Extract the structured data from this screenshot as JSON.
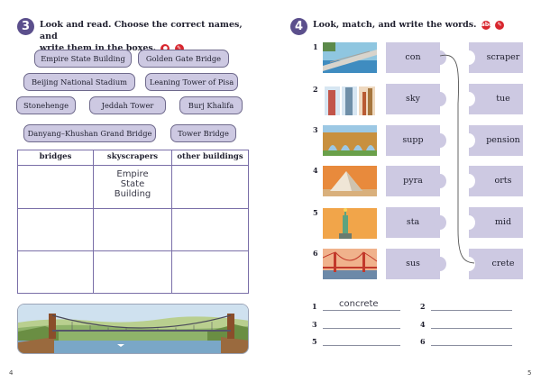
{
  "left_page": {
    "exercise_number": "3",
    "instruction_line1": "Look and read. Choose the correct names, and",
    "instruction_line2": "write them in the boxes.",
    "names": [
      "Empire State Building",
      "Golden Gate Bridge",
      "Beijing National Stadium",
      "Leaning Tower of Pisa",
      "Stonehenge",
      "Jeddah Tower",
      "Burj Khalifa",
      "Danyang–Khushan Grand Bridge",
      "Tower Bridge"
    ],
    "table": {
      "headers": [
        "bridges",
        "skyscrapers",
        "other buildings"
      ],
      "example_line1": "Empire",
      "example_line2": "State",
      "example_line3": "Building"
    },
    "page_number": "4"
  },
  "right_page": {
    "exercise_number": "4",
    "instruction": "Look, match, and write the words.",
    "item_numbers": [
      "1",
      "2",
      "3",
      "4",
      "5",
      "6"
    ],
    "left_tiles": [
      "con",
      "sky",
      "supp",
      "pyra",
      "sta",
      "sus"
    ],
    "right_tiles": [
      "scraper",
      "tue",
      "pension",
      "orts",
      "mid",
      "crete"
    ],
    "write_numbers": [
      "1",
      "2",
      "3",
      "4",
      "5",
      "6"
    ],
    "example_answer": "concrete",
    "page_number": "5"
  },
  "colors": {
    "badge": "#5b4f8c",
    "pill": "#cdc9e2",
    "table_border": "#7a6fa8",
    "icon_red": "#d8262e"
  }
}
